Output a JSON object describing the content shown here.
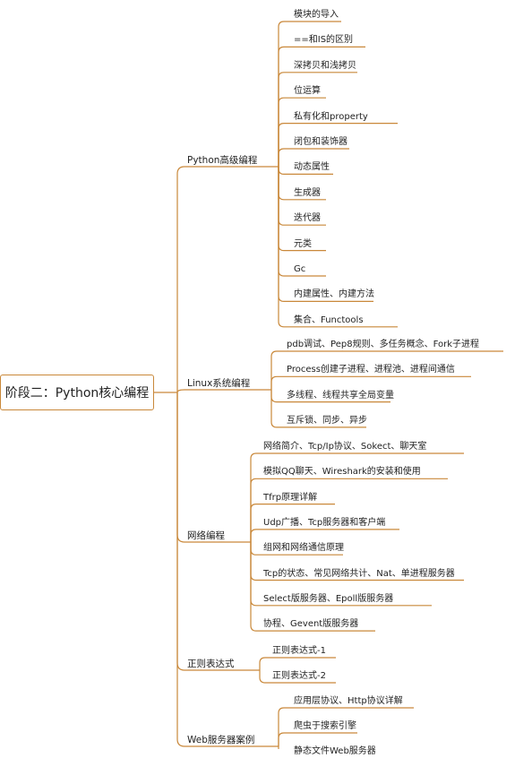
{
  "root": {
    "label": "阶段二：Python核心编程"
  },
  "branches": [
    {
      "label": "Python高级编程",
      "children": [
        "模块的导入",
        "==和IS的区别",
        "深拷贝和浅拷贝",
        "位运算",
        "私有化和property",
        "闭包和装饰器",
        "动态属性",
        "生成器",
        "迭代器",
        "元类",
        "Gc",
        "内建属性、内建方法",
        "集合、Functools"
      ]
    },
    {
      "label": "Linux系统编程",
      "children": [
        "pdb调试、Pep8规则、多任务概念、Fork子进程",
        "Process创建子进程、进程池、进程间通信",
        "多线程、线程共享全局变量",
        "互斥锁、同步、异步"
      ]
    },
    {
      "label": "网络编程",
      "children": [
        "网络简介、Tcp/Ip协议、Sokect、聊天室",
        "模拟QQ聊天、Wireshark的安装和使用",
        "Tfrp原理详解",
        "Udp广播、Tcp服务器和客户端",
        "组网和网络通信原理",
        "Tcp的状态、常见网络共计、Nat、单进程服务器",
        "Select版服务器、Epoll版服务器",
        "协程、Gevent版服务器"
      ]
    },
    {
      "label": "正则表达式",
      "children": [
        "正则表达式-1",
        "正则表达式-2"
      ]
    },
    {
      "label": "Web服务器案例",
      "children": [
        "应用层协议、Http协议详解",
        "爬虫于搜索引擎",
        "静态文件Web服务器"
      ]
    }
  ],
  "colors": {
    "line": "#c9883a",
    "text": "#222222"
  }
}
